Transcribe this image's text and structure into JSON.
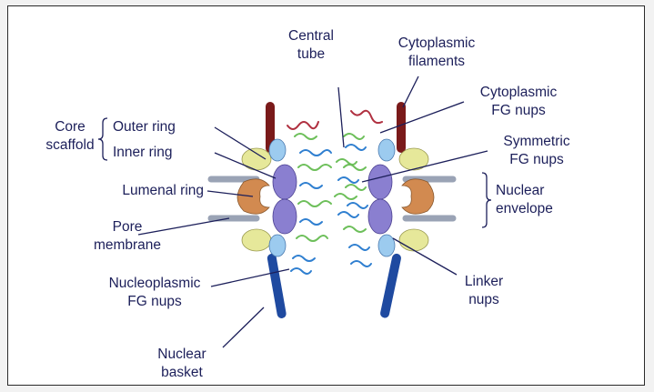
{
  "labels": {
    "central_tube": [
      "Central",
      "tube"
    ],
    "cytoplasmic_filaments": [
      "Cytoplasmic",
      "filaments"
    ],
    "cytoplasmic_fg_nups": [
      "Cytoplasmic",
      "FG nups"
    ],
    "symmetric_fg_nups": [
      "Symmetric",
      "FG nups"
    ],
    "nuclear_envelope": [
      "Nuclear",
      "envelope"
    ],
    "linker_nups": [
      "Linker",
      "nups"
    ],
    "core_scaffold": [
      "Core",
      "scaffold"
    ],
    "outer_ring": "Outer ring",
    "inner_ring": "Inner ring",
    "lumenal_ring": "Lumenal ring",
    "pore_membrane": [
      "Pore",
      "membrane"
    ],
    "nucleoplasmic_fg_nups": [
      "Nucleoplasmic",
      "FG nups"
    ],
    "nuclear_basket": [
      "Nuclear",
      "basket"
    ]
  },
  "colors": {
    "text": "#1c1f5a",
    "membrane": "#9aa3b5",
    "cytoplasmic_filament": "#7a1a1a",
    "nuclear_basket": "#1f4aa0",
    "outer_ring": "#e6e89a",
    "inner_ring": "#8a7fd0",
    "linker": "#9ccbef",
    "lumenal_ring": "#d28a50",
    "fg_green": "#6dbf5a",
    "fg_blue": "#2f7fd0",
    "fg_red": "#b03040"
  }
}
